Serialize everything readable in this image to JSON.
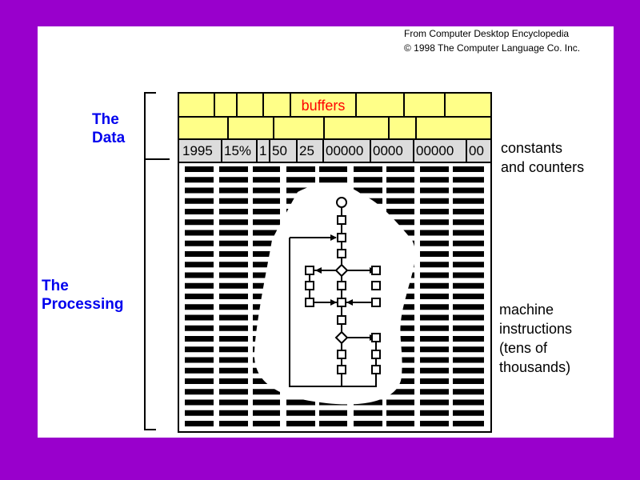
{
  "credit": {
    "line1": "From Computer Desktop Encyclopedia",
    "line2": "© 1998 The Computer Language Co. Inc."
  },
  "labels": {
    "data": [
      "The",
      "Data"
    ],
    "processing": [
      "The",
      "Processing"
    ]
  },
  "buffers_label": "buffers",
  "constants": [
    "1995",
    "15%",
    "1",
    "50",
    "25",
    "00000",
    "0000",
    "00000",
    "00"
  ],
  "notes": {
    "constants": [
      "constants",
      "and counters"
    ],
    "instructions": [
      "machine",
      "instructions",
      "(tens of",
      "thousands)"
    ]
  },
  "colors": {
    "background": "#9900cc",
    "buffer": "#ffff88",
    "constants": "#dcdcdc",
    "label": "#0000ee",
    "buffers_text": "#ff0000"
  }
}
